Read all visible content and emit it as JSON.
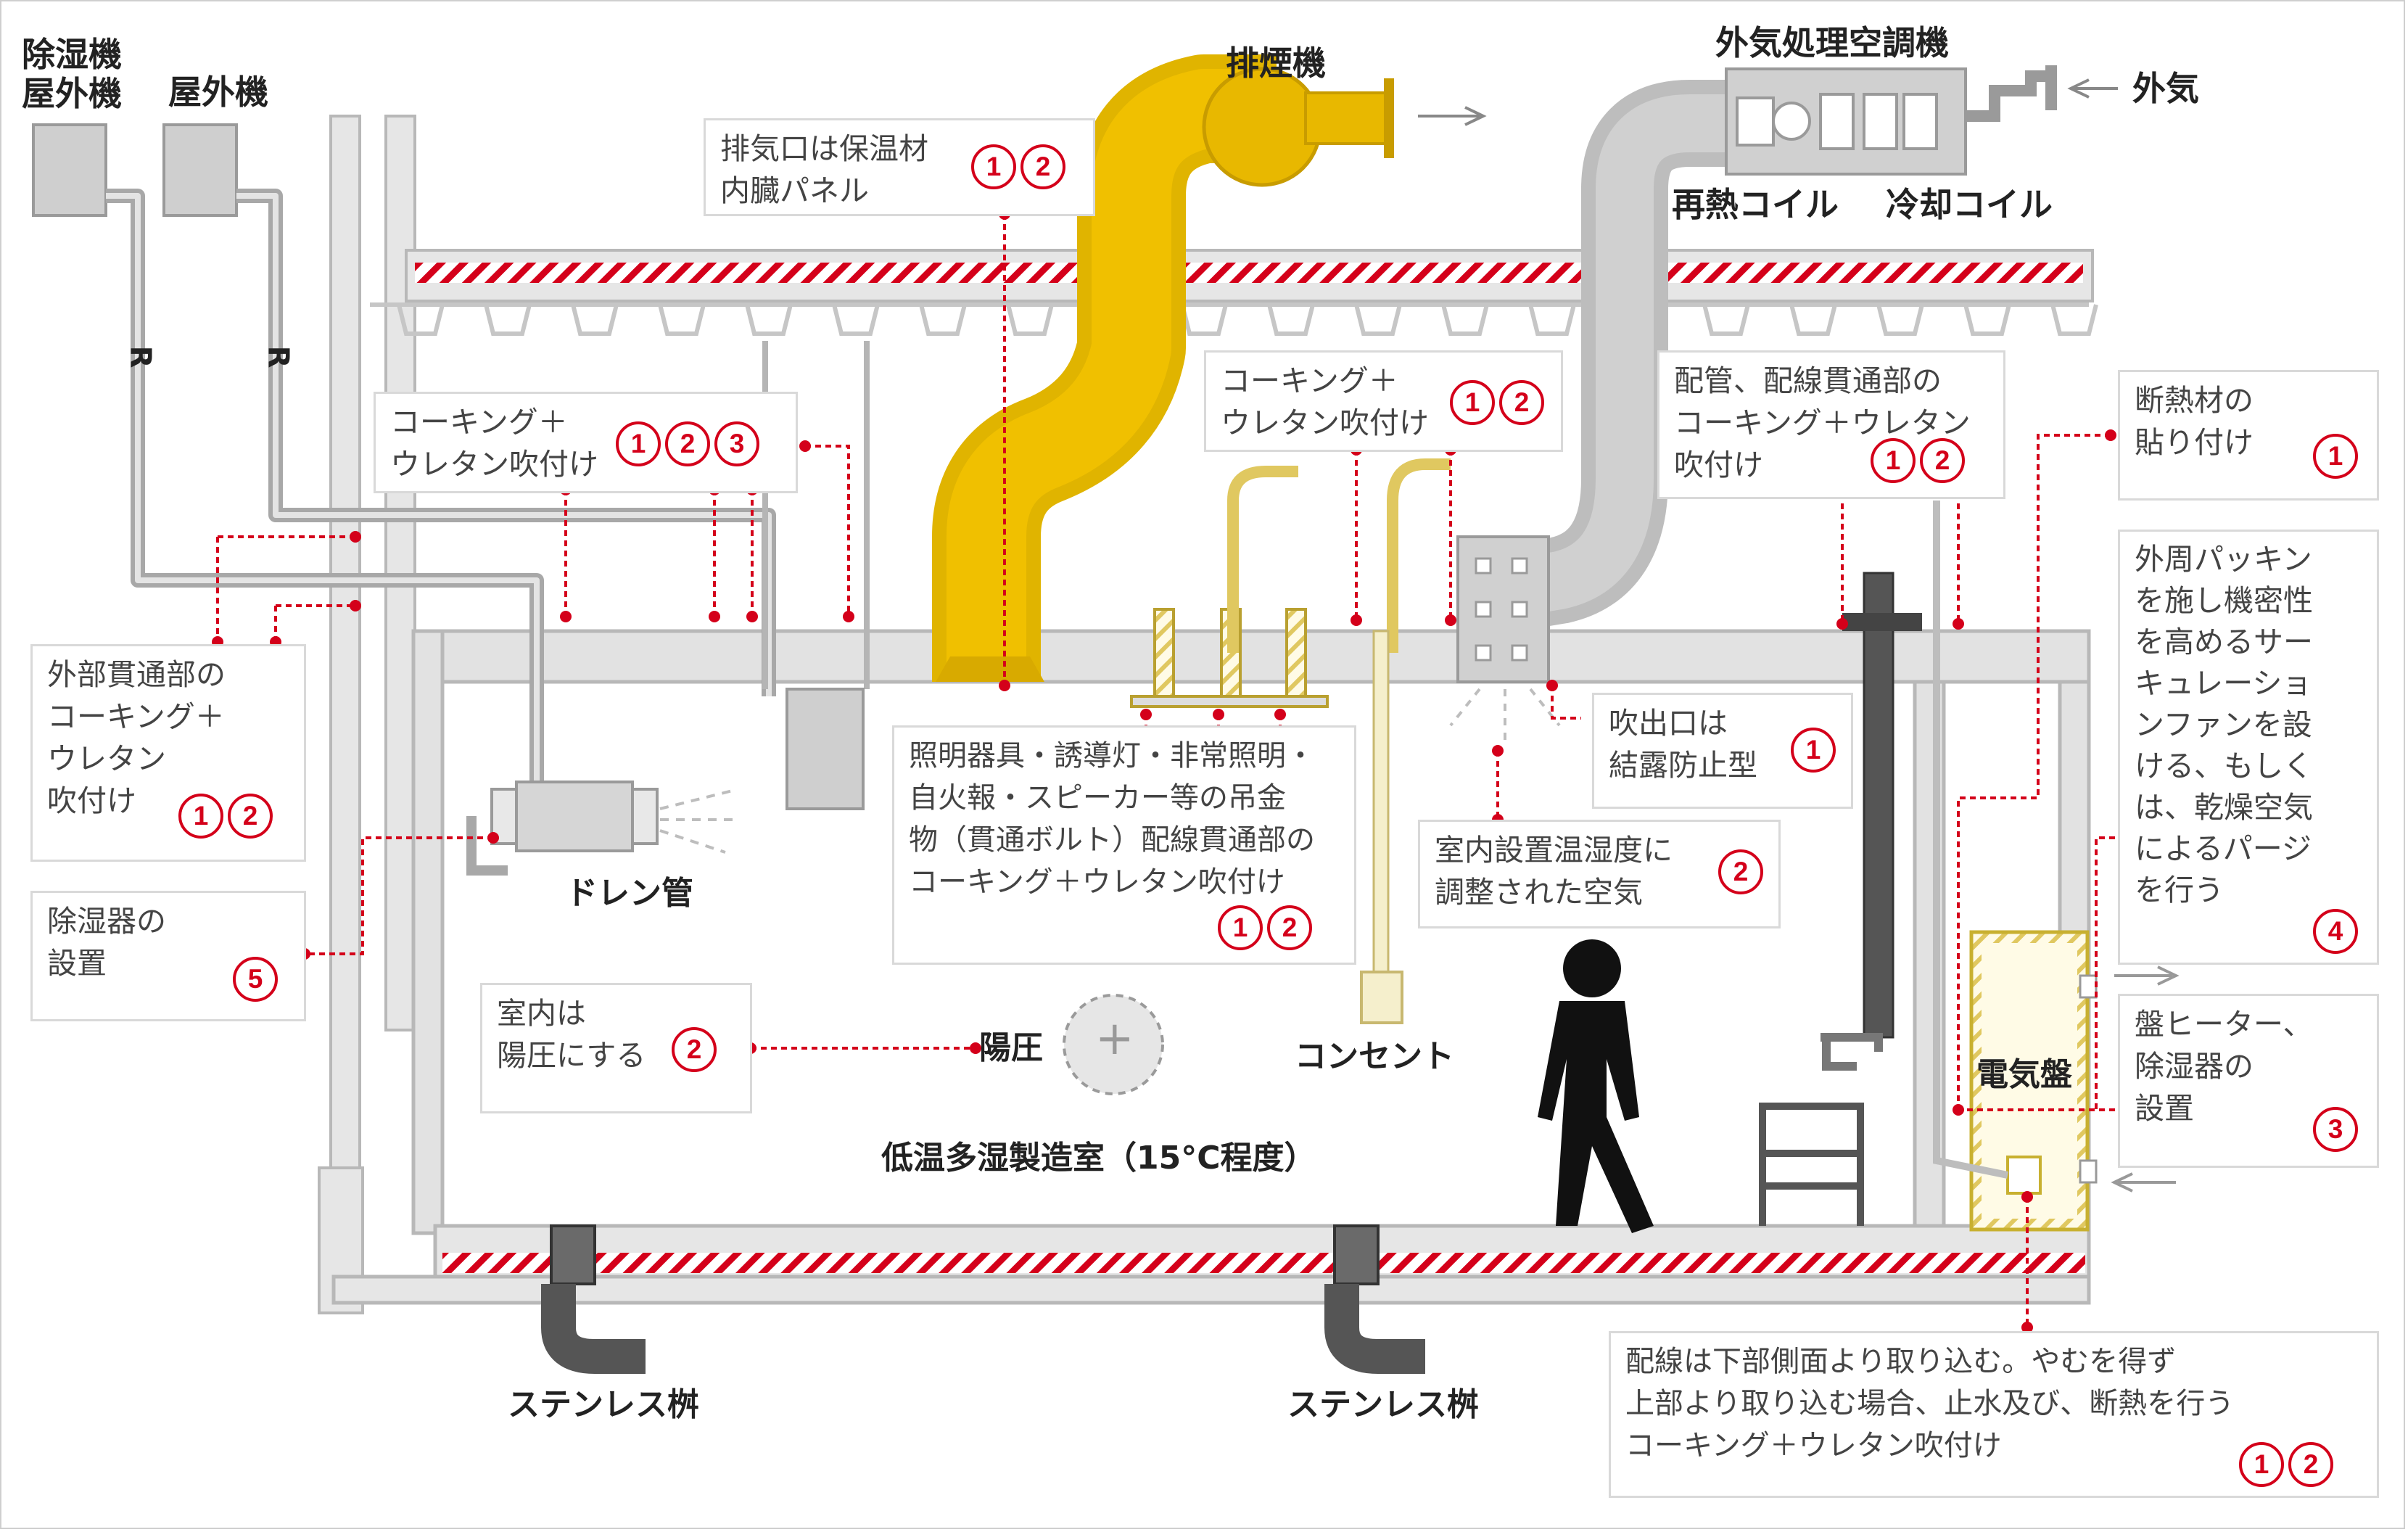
{
  "labels": {
    "dehumidifier_outdoor": "除湿機\n屋外機",
    "outdoor_unit": "屋外機",
    "exhaust_fan": "排煙機",
    "oa_handler": "外気処理空調機",
    "outside_air": "外気",
    "reheat_coil": "再熱コイル",
    "cooling_coil": "冷却コイル",
    "drain_pipe": "ドレン管",
    "positive_pressure": "陽圧",
    "outlet": "コンセント",
    "room": "低温多湿製造室（15°C程度）",
    "stainless_basin_1": "ステンレス桝",
    "stainless_basin_2": "ステンレス桝",
    "electrical_panel": "電気盤",
    "refrigerant_1": "R",
    "refrigerant_2": "R",
    "plus_sign": "+"
  },
  "callouts": {
    "exhaust_panel": {
      "text": "排気口は保温材\n内臓パネル",
      "nums": [
        "1",
        "2"
      ]
    },
    "caulking_1": {
      "text": "コーキング＋\nウレタン吹付け",
      "nums": [
        "1",
        "2",
        "3"
      ]
    },
    "caulking_2": {
      "text": "コーキング＋\nウレタン吹付け",
      "nums": [
        "1",
        "2"
      ]
    },
    "pipe_penetration": {
      "text": "配管、配線貫通部の\nコーキング＋ウレタン\n吹付け",
      "nums": [
        "1",
        "2"
      ]
    },
    "insulation": {
      "text": "断熱材の\n貼り付け",
      "nums": [
        "1"
      ]
    },
    "outer_packing": {
      "text": "外周パッキン\nを施し機密性\nを高めるサー\nキュレーショ\nンファンを設\nける、もしく\nは、乾燥空気\nによるパージ\nを行う",
      "nums": [
        "4"
      ]
    },
    "external_penetration": {
      "text": "外部貫通部の\nコーキング＋\nウレタン\n吹付け",
      "nums": [
        "1",
        "2"
      ]
    },
    "dehumidifier": {
      "text": "除湿器の\n設置",
      "nums": [
        "5"
      ]
    },
    "lighting": {
      "text": "照明器具・誘導灯・非常照明・\n自火報・スピーカー等の吊金\n物（貫通ボルト）配線貫通部の\nコーキング＋ウレタン吹付け",
      "nums": [
        "1",
        "2"
      ]
    },
    "outlet_condensation": {
      "text": "吹出口は\n結露防止型",
      "nums": [
        "1"
      ]
    },
    "indoor_air": {
      "text": "室内設置温湿度に\n調整された空気",
      "nums": [
        "2"
      ]
    },
    "positive_room": {
      "text": "室内は\n陽圧にする",
      "nums": [
        "2"
      ]
    },
    "panel_heater": {
      "text": "盤ヒーター、\n除湿器の\n設置",
      "nums": [
        "3"
      ]
    },
    "wiring": {
      "text": "配線は下部側面より取り込む。やむを得ず\n上部より取り込む場合、止水及び、断熱を行う\nコーキング＋ウレタン吹付け",
      "nums": [
        "1",
        "2"
      ]
    }
  },
  "colors": {
    "accent": "#d4001a",
    "duct_yellow": "#e0b400",
    "duct_gray": "#bdbdbd",
    "structure": "#d2d2d2",
    "hatch": "#d4001a"
  }
}
